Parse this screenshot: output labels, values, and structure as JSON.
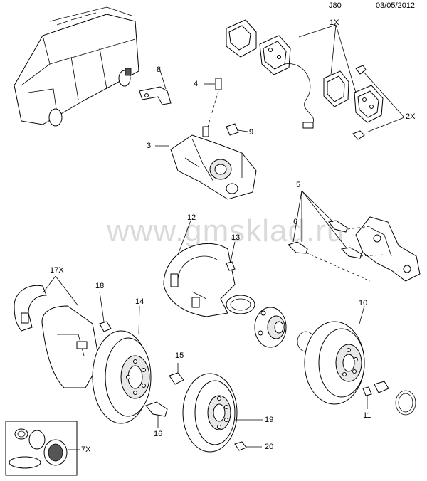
{
  "header": {
    "code": "J80",
    "date": "03/05/2012"
  },
  "watermark": "www.gmsklad.ru",
  "callouts": {
    "c1x": "1X",
    "c2x": "2X",
    "c3": "3",
    "c4": "4",
    "c5": "5",
    "c6": "6",
    "c7x": "7X",
    "c8": "8",
    "c9": "9",
    "c10": "10",
    "c11": "11",
    "c12": "12",
    "c13": "13",
    "c14": "14",
    "c15": "15",
    "c16": "16",
    "c17x": "17X",
    "c18": "18",
    "c19": "19",
    "c20": "20"
  },
  "colors": {
    "line": "#000000",
    "fill": "#ffffff",
    "shade": "#e8e8e8"
  }
}
